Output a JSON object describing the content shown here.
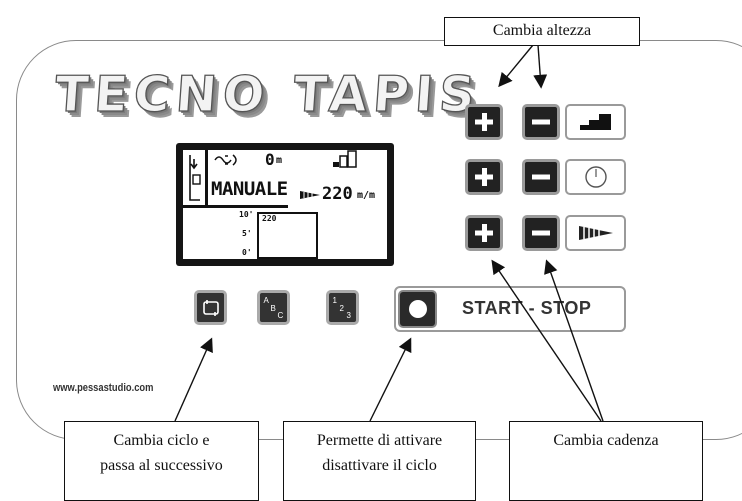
{
  "brand": {
    "logo": "TECNO TAPIS",
    "website": "www.pessastudio.com"
  },
  "lcd": {
    "distance_value": "0",
    "distance_unit": "m",
    "mode": "MANUALE",
    "speed_value": "220",
    "speed_unit": "m/m",
    "graph_labels": [
      "10'",
      "5'",
      "0'"
    ],
    "graph_value": "220"
  },
  "controls": {
    "height": {
      "plus": "+",
      "minus": "−",
      "indicator_icon": "stairs-icon"
    },
    "time": {
      "plus": "+",
      "minus": "−",
      "indicator_icon": "clock-icon"
    },
    "cadence": {
      "plus": "+",
      "minus": "−",
      "indicator_icon": "cadence-icon"
    },
    "cycle_button_icon": "cycle-icon",
    "abc_button": {
      "a": "A",
      "b": "B",
      "c": "C"
    },
    "num_button": {
      "one": "1",
      "two": "2",
      "three": "3"
    },
    "start_stop_label": "START - STOP"
  },
  "callouts": {
    "height": "Cambia altezza",
    "cycle": "Cambia ciclo e passa al successivo",
    "cycle_line1": "Cambia ciclo e",
    "cycle_line2": "passa al successivo",
    "activate_line1": "Permette di attivare",
    "activate_line2": "disattivare il ciclo",
    "cadence": "Cambia cadenza"
  }
}
